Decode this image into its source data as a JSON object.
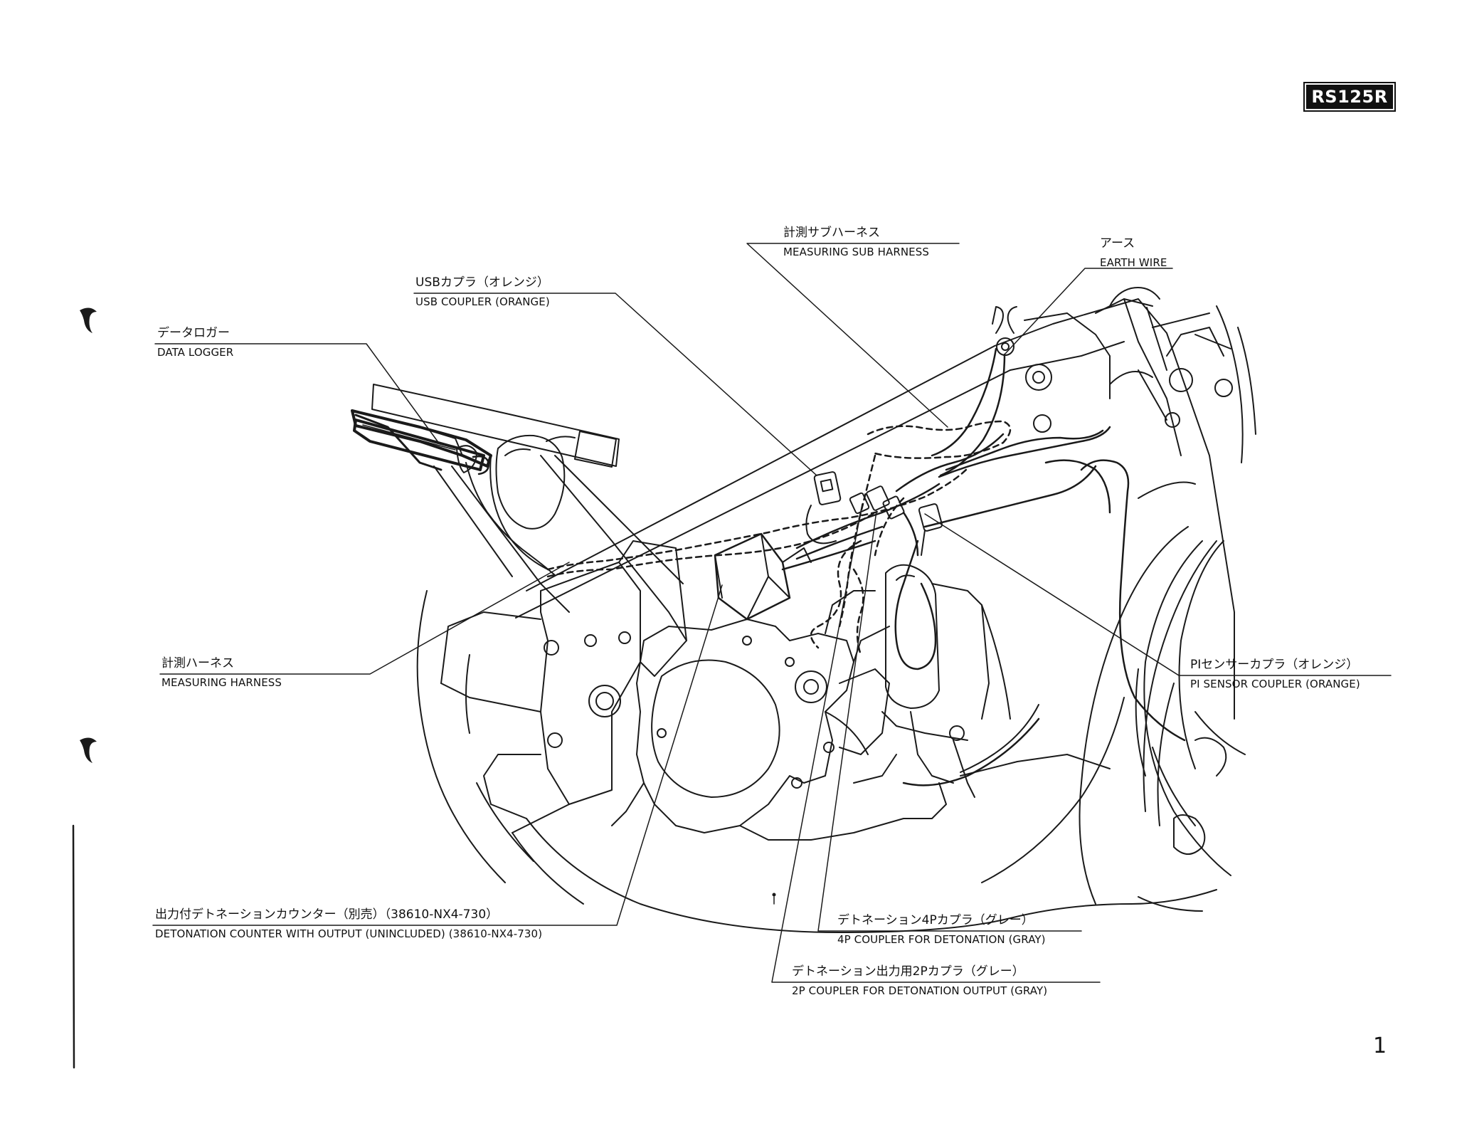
{
  "header": {
    "model": "RS125R"
  },
  "callouts": {
    "data_logger": {
      "jp": "データロガー",
      "en": "DATA LOGGER"
    },
    "usb_coupler": {
      "jp": "USBカプラ（オレンジ）",
      "en": "USB COUPLER (ORANGE)"
    },
    "measuring_sub_harness": {
      "jp": "計測サブハーネス",
      "en": "MEASURING SUB HARNESS"
    },
    "earth_wire": {
      "jp": "アース",
      "en": "EARTH WIRE"
    },
    "measuring_harness": {
      "jp": "計測ハーネス",
      "en": "MEASURING HARNESS"
    },
    "pi_sensor_coupler": {
      "jp": "PIセンサーカプラ（オレンジ）",
      "en": "PI SENSOR COUPLER (ORANGE)"
    },
    "detonation_counter": {
      "jp": "出力付デトネーションカウンター（別売）（38610-NX4-730）",
      "en": "DETONATION COUNTER WITH OUTPUT (UNINCLUDED) (38610-NX4-730)"
    },
    "detonation_4p_coupler": {
      "jp": "デトネーション4Pカプラ（グレー）",
      "en": "4P COUPLER FOR DETONATION (GRAY)"
    },
    "detonation_2p_coupler": {
      "jp": "デトネーション出力用2Pカプラ（グレー）",
      "en": "2P COUPLER FOR DETONATION OUTPUT (GRAY)"
    }
  },
  "footer": {
    "page_number": "1"
  }
}
